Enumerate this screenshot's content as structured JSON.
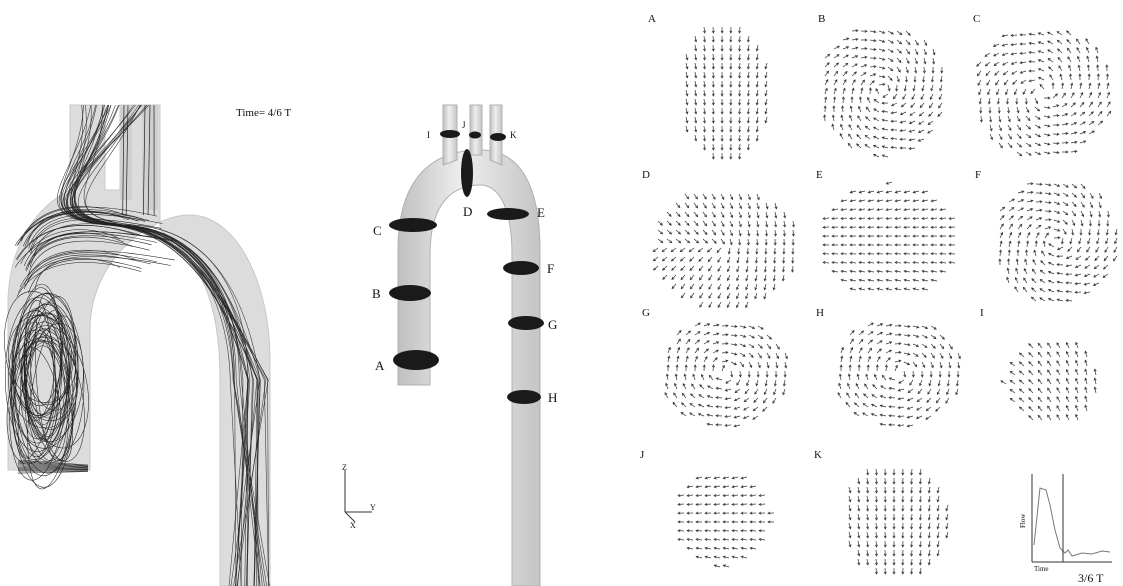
{
  "streamline_panel": {
    "time_label": "Time= 4/6  T"
  },
  "aorta_panel": {
    "plane_labels": [
      "A",
      "B",
      "C",
      "D",
      "E",
      "F",
      "G",
      "H",
      "I",
      "J",
      "K"
    ],
    "axes": {
      "z": "Z",
      "x": "X",
      "y": "Y"
    }
  },
  "vector_panel": {
    "cell_labels": [
      "A",
      "B",
      "C",
      "D",
      "E",
      "F",
      "G",
      "H",
      "I",
      "J",
      "K"
    ],
    "inset": {
      "ylabel": "Flow",
      "xlabel": "Time",
      "time_label": "3/6  T"
    }
  },
  "colors": {
    "vessel_fill": "#d9d9d9",
    "vessel_edge": "#bdbdbd",
    "plane_fill": "#1a1a1a",
    "streamline": "#222222",
    "arrow": "#333333"
  }
}
